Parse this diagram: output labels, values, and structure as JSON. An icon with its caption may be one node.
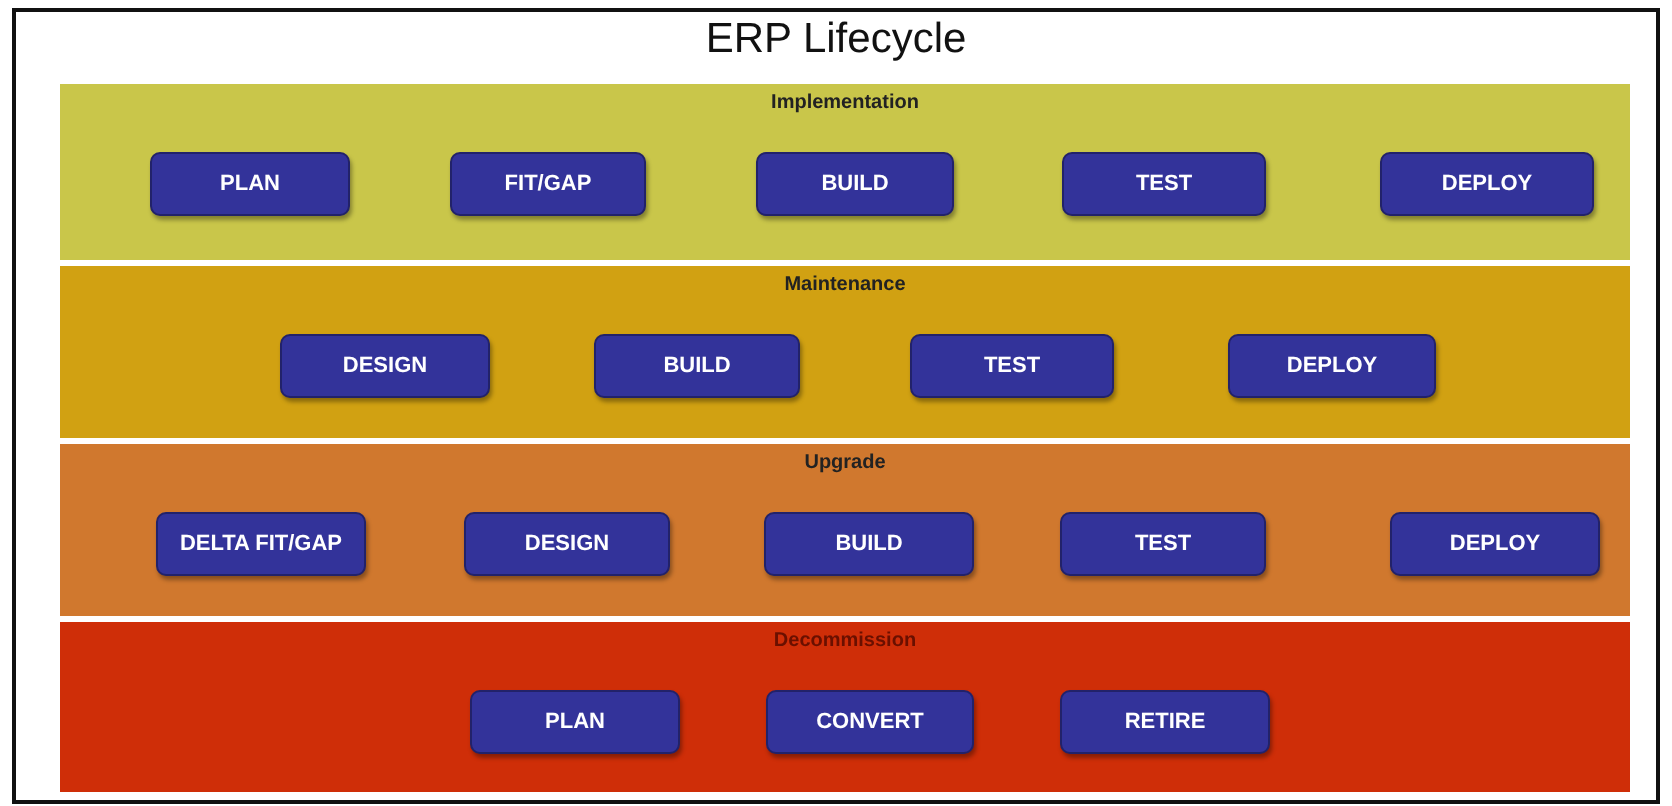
{
  "diagram": {
    "title": "ERP Lifecycle",
    "nodes": [
      {
        "text": [
          "Implementation"
        ]
      },
      {
        "text": [
          "PLAN"
        ],
        "in": 0
      },
      {
        "text": [
          "FIT/GAP"
        ],
        "in": 0
      },
      {
        "text": [
          "BUILD"
        ],
        "in": 0
      },
      {
        "text": [
          "TEST"
        ],
        "in": 0
      },
      {
        "text": [
          "DEPLOY"
        ],
        "in": 0
      },
      {
        "text": [
          "Maintenance"
        ]
      },
      {
        "text": [
          "DESIGN"
        ],
        "in": 6
      },
      {
        "text": [
          "BUILD"
        ],
        "in": 6
      },
      {
        "text": [
          "TEST"
        ],
        "in": 6
      },
      {
        "text": [
          "DEPLOY"
        ],
        "in": 6
      },
      {
        "text": [
          "Upgrade"
        ]
      },
      {
        "text": [
          "DELTA FIT/GAP"
        ],
        "in": 11
      },
      {
        "text": [
          "DESIGN"
        ],
        "in": 11
      },
      {
        "text": [
          "BUILD"
        ],
        "in": 11
      },
      {
        "text": [
          "TEST"
        ],
        "in": 11
      },
      {
        "text": [
          "DEPLOY"
        ],
        "in": 11
      },
      {
        "text": [
          "Decommission"
        ]
      },
      {
        "text": [
          "PLAN"
        ],
        "in": 17
      },
      {
        "text": [
          "CONVERT"
        ],
        "in": 17
      },
      {
        "text": [
          "RETIRE"
        ],
        "in": 17
      }
    ],
    "edges": []
  }
}
